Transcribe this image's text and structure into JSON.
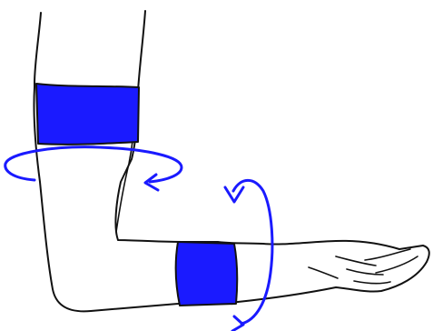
{
  "illustration": {
    "subject": "arm",
    "colors": {
      "outline": "#111111",
      "skin": "#ffffff",
      "band": "#1a1aff",
      "arrow": "#1a1aff"
    },
    "bands": [
      {
        "position": "upper-arm"
      },
      {
        "position": "forearm"
      }
    ],
    "arrows": [
      {
        "axis": "upper-arm",
        "direction": "horizontal-rotation"
      },
      {
        "axis": "forearm",
        "direction": "vertical-rotation"
      }
    ]
  }
}
